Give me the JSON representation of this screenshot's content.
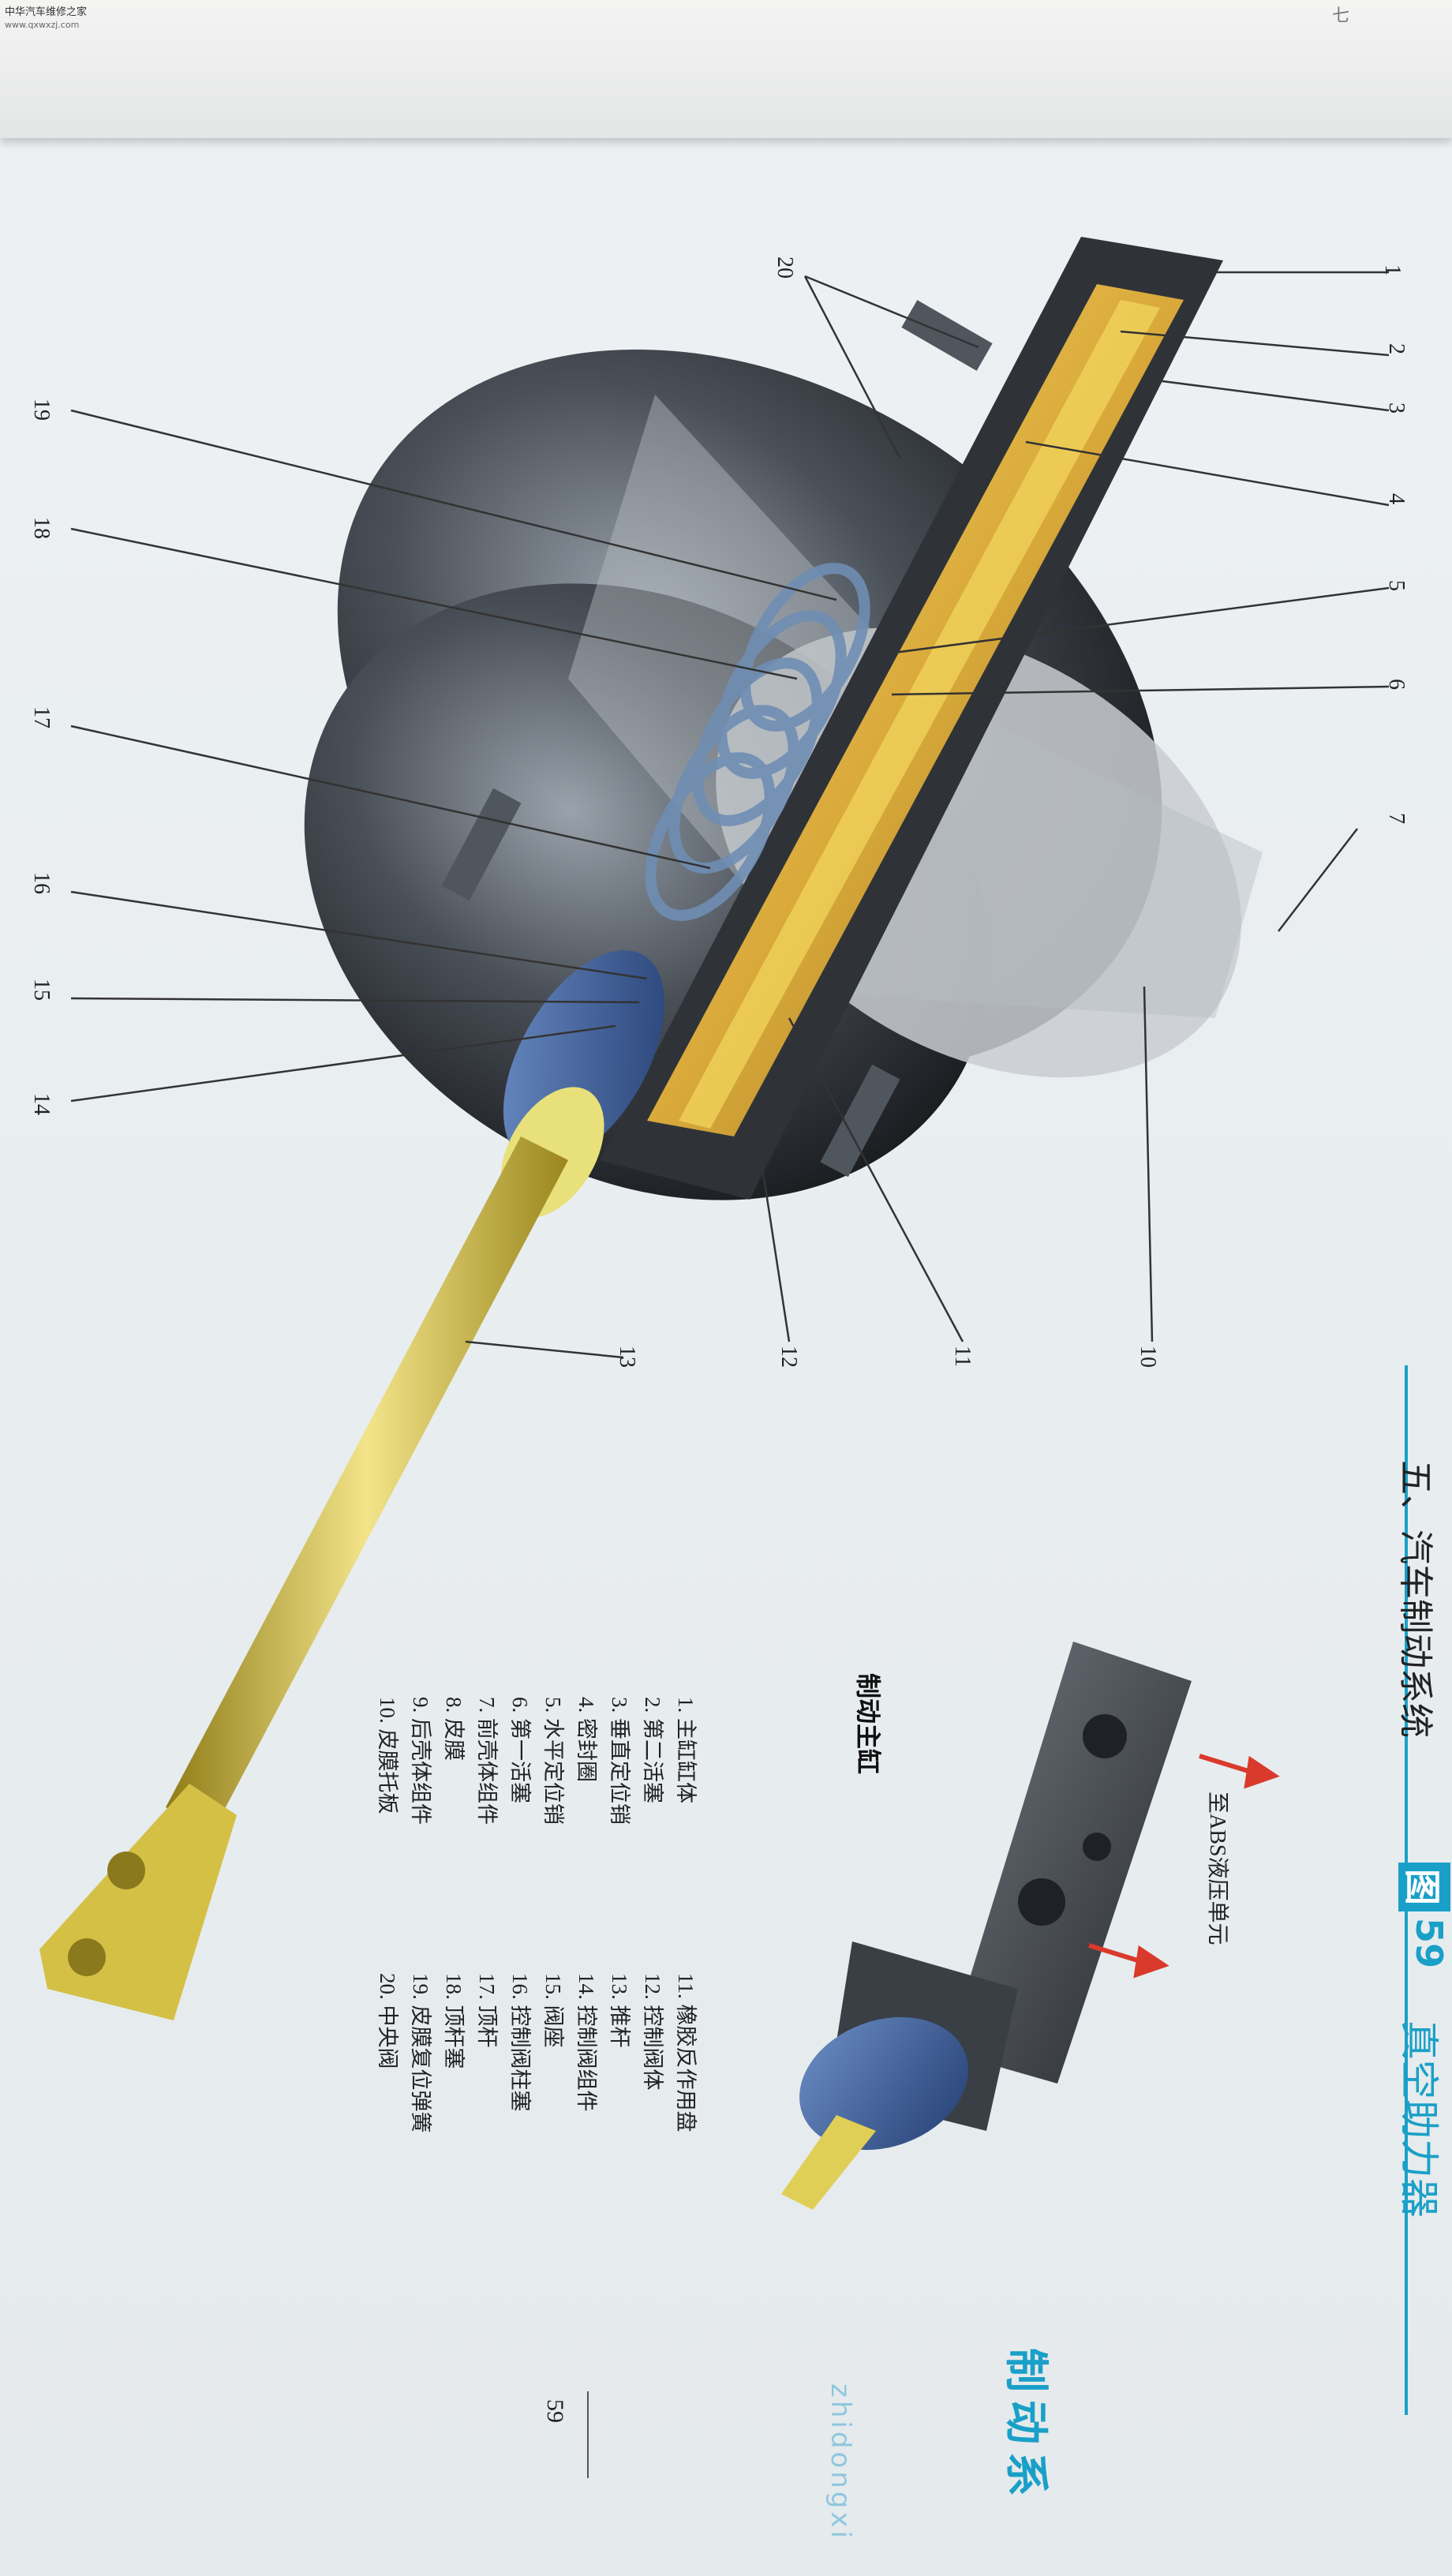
{
  "watermark": {
    "line1": "中华汽车维修之家",
    "line2": "www.qxwxzj.com"
  },
  "corner_char": "七",
  "header": {
    "section": "五、汽车制动系统",
    "figure_label": "图",
    "figure_number": "59",
    "figure_title": "真空助力器"
  },
  "side_tab": {
    "title": "制动系",
    "pinyin": "zhidongxi"
  },
  "page_number": "59",
  "master_cylinder": {
    "title": "制动主缸",
    "note": "至ABS液压单元"
  },
  "callouts": [
    "1",
    "2",
    "3",
    "4",
    "5",
    "6",
    "7",
    "10",
    "11",
    "12",
    "13",
    "14",
    "15",
    "16",
    "17",
    "18",
    "19",
    "20"
  ],
  "legend": {
    "col1": [
      "1. 主缸缸体",
      "2. 第二活塞",
      "3. 垂直定位销",
      "4. 密封圈",
      "5. 水平定位销",
      "6. 第一活塞",
      "7. 前壳体组件",
      "8. 皮膜",
      "9. 后壳体组件",
      "10. 皮膜托板"
    ],
    "col2": [
      "11. 橡胶反作用盘",
      "12. 控制阀体",
      "13. 推杆",
      "14. 控制阀组件",
      "15. 阀座",
      "16. 控制阀柱塞",
      "17. 顶杆",
      "18. 顶杆塞",
      "19. 皮膜复位弹簧",
      "20. 中央阀"
    ]
  },
  "colors": {
    "accent": "#1aa0c8",
    "brass": "#e0b83a",
    "housing": "#2b2e33",
    "arrow": "#d93a2b"
  }
}
